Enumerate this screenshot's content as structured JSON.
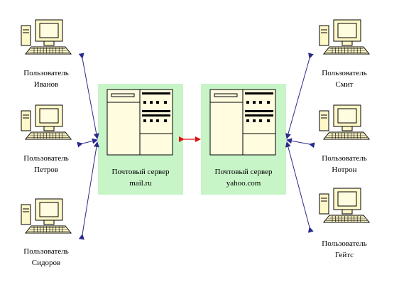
{
  "colors": {
    "monitor_fill": "#fff8c8",
    "screen_fill": "#fffce0",
    "outline": "#000000",
    "server_panel": "#c8f5c8",
    "server_fill": "#fffce0",
    "user_link": "#2a2a8c",
    "server_link": "#e01010",
    "background": "#ffffff"
  },
  "users_left": [
    {
      "role": "Пользователь",
      "name": "Иванов"
    },
    {
      "role": "Пользователь",
      "name": "Петров"
    },
    {
      "role": "Пользователь",
      "name": "Сидоров"
    }
  ],
  "users_right": [
    {
      "role": "Пользователь",
      "name": "Смит"
    },
    {
      "role": "Пользователь",
      "name": "Нотрон"
    },
    {
      "role": "Пользователь",
      "name": "Гейтс"
    }
  ],
  "servers": [
    {
      "title": "Почтовый сервер",
      "domain": "mail.ru"
    },
    {
      "title": "Почтовый сервер",
      "domain": "yahoo.com"
    }
  ],
  "icons": {
    "computer": "computer-icon",
    "server": "server-icon",
    "arrow": "double-arrow"
  }
}
